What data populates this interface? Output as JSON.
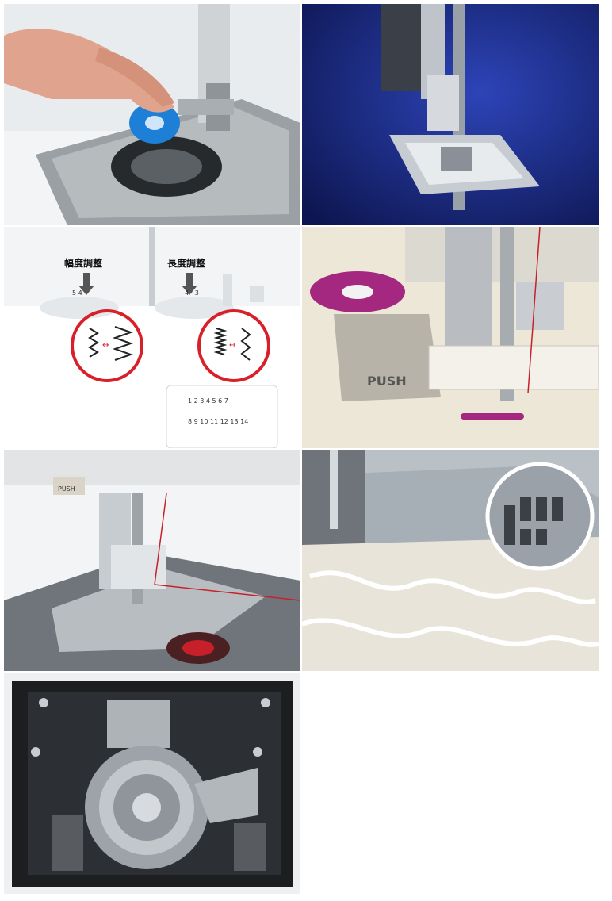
{
  "panels": [
    {
      "name": "bobbin-insert-photo"
    },
    {
      "name": "presser-foot-photo"
    },
    {
      "name": "stitch-dials-photo",
      "width_label": "幅度調整",
      "length_label": "長度調整",
      "width_dial": "5 4",
      "length_dial": "4 · 3",
      "stitch_numbers_row1": "1 2 3 4 5 6 7",
      "stitch_numbers_row2": "8 9 10 11 12 13 14"
    },
    {
      "name": "buttonhole-foot-photo",
      "push_text": "PUSH"
    },
    {
      "name": "threading-foot-photo",
      "foot_text": "PUSH"
    },
    {
      "name": "feed-dog-lace-photo"
    },
    {
      "name": "bobbin-case-photo"
    }
  ],
  "colors": {
    "navy_backdrop": "#1b2c8a",
    "bobbin_blue": "#1e7fd6",
    "circle_red": "#d8202a",
    "purple_accent": "#a4287f",
    "thread_red": "#c8202a"
  }
}
